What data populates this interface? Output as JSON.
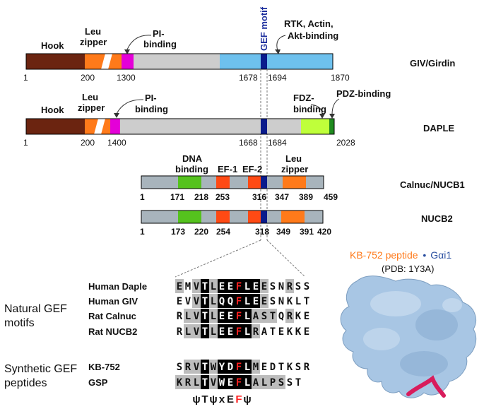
{
  "colors": {
    "hook": "#6b2410",
    "leu": "#ff7a1a",
    "pi": "#e400d8",
    "gray": "#cdcdcd",
    "rtk": "#6ec1ee",
    "gef": "#0a1b8c",
    "fdz": "#bfff3a",
    "pdz": "#1f8c1f",
    "dna": "#55c21e",
    "ef": "#ff4a14",
    "calnuc_gray": "#a8b4bc",
    "kb_orange": "#ff7a1a",
    "gai_blue": "#2a4fa0",
    "protein": "#a8c6e4",
    "helix": "#d81c5c"
  },
  "proteins": {
    "giv": {
      "name": "GIV/Girdin",
      "hook": "Hook",
      "leu1": "Leu",
      "leu2": "zipper",
      "pi1": "PI-",
      "pi2": "binding",
      "rtk1": "RTK, Actin,",
      "rtk2": "Akt-binding",
      "positions": [
        "1",
        "200",
        "1300",
        "1678",
        "1694",
        "1870"
      ]
    },
    "daple": {
      "name": "DAPLE",
      "hook": "Hook",
      "leu1": "Leu",
      "leu2": "zipper",
      "pi1": "PI-",
      "pi2": "binding",
      "fdz1": "FDZ-",
      "fdz2": "binding",
      "pdz": "PDZ-binding",
      "positions": [
        "1",
        "200",
        "1400",
        "1668",
        "1684",
        "2028"
      ]
    },
    "calnuc": {
      "name": "Calnuc/NUCB1",
      "dna1": "DNA",
      "dna2": "binding",
      "ef1": "EF-1",
      "ef2": "EF-2",
      "leu1": "Leu",
      "leu2": "zipper",
      "positions": [
        "1",
        "171",
        "218",
        "253",
        "316",
        "347",
        "389",
        "459"
      ]
    },
    "nucb2": {
      "name": "NUCB2",
      "positions": [
        "1",
        "173",
        "220",
        "254",
        "318",
        "349",
        "391",
        "420"
      ]
    }
  },
  "gef_motif_label": "GEF motif",
  "alignment": {
    "natural_label": [
      "Natural GEF",
      "motifs"
    ],
    "synthetic_label": [
      "Synthetic GEF",
      "peptides"
    ],
    "rows": [
      {
        "name": "Human Daple",
        "seq": "EMVTLEEFLEESNRSS"
      },
      {
        "name": "Human GIV",
        "seq": "EVVTLQQFLEESNKLT"
      },
      {
        "name": "Rat Calnuc",
        "seq": "RLVTLEEFLASTQRKE"
      },
      {
        "name": "Rat NUCB2",
        "seq": "RLVTLEEFLRATEKKE"
      },
      {
        "name": "KB-752",
        "seq": "SRVTWYDFLMEDTKSR"
      },
      {
        "name": "GSP",
        "seq": "KRLTVWEFLALPSST"
      }
    ],
    "consensus": "ψTψxEFψ"
  },
  "structure": {
    "title_a": "KB-752 peptide",
    "title_sep": "•",
    "title_b": "Gαi1",
    "pdb": "(PDB: 1Y3A)"
  }
}
